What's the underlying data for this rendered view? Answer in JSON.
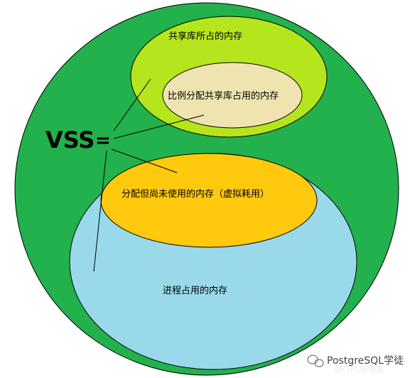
{
  "diagram": {
    "vss_label": "VSS",
    "equals_sign": "=",
    "regions": {
      "shared_lib": {
        "label": "共享库所占的内存",
        "color": "#b5e61d"
      },
      "shared_proportional": {
        "label": "比例分配共享库占用的内存",
        "color": "#efe4b0"
      },
      "process_used": {
        "label": "进程占用的内存",
        "color": "#99d9ea"
      },
      "allocated_unused": {
        "label": "分配但尚未使用的内存（虚拟耗用）",
        "color": "#ffc90e"
      },
      "outer": {
        "color": "#22b14c"
      }
    }
  },
  "watermark": {
    "line1": "PostgreSQL学徒",
    "line2": "@ITPUB博客"
  }
}
